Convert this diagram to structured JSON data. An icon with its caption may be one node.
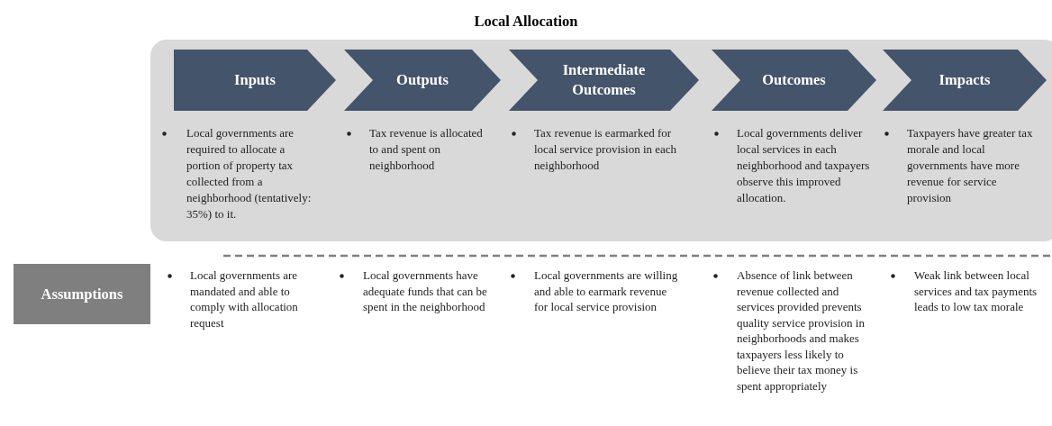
{
  "diagram": {
    "title": "Local Allocation",
    "nodes": [
      {
        "text": [],
        "shape": "box"
      },
      {
        "text": [
          "Inputs"
        ],
        "in": 0,
        "beside": [
          "Local governments are required to allocate a portion of property tax collected from a neighborhood (tentatively: 35%) to it."
        ]
      },
      {
        "text": [
          "Outputs"
        ],
        "in": 0,
        "beside": [
          "Tax revenue is allocated to and spent on neighborhood"
        ]
      },
      {
        "text": [
          "Intermediate Outcomes"
        ],
        "in": 0,
        "beside": [
          "Tax revenue is earmarked for local service provision in each neighborhood"
        ]
      },
      {
        "text": [
          "Outcomes"
        ],
        "in": 0,
        "beside": [
          "Local governments deliver local services in each neighborhood and taxpayers observe this improved allocation."
        ]
      },
      {
        "text": [
          "Impacts"
        ],
        "in": 0,
        "beside": [
          "Taxpayers have greater tax morale and local governments have more revenue for service provision"
        ]
      },
      {
        "text": [
          "Assumptions"
        ]
      }
    ],
    "labels": [
      "Local governments are mandated and able to comply with allocation request",
      "Local governments have adequate funds that can be spent in the neighborhood",
      "Local governments are willing and able to earmark revenue for local service provision",
      "Absence of link between revenue collected and services provided prevents quality service provision in neighborhoods and makes taxpayers less likely to believe their tax money is spent appropriately",
      "Weak link between local services and tax payments leads to low tax morale"
    ]
  }
}
